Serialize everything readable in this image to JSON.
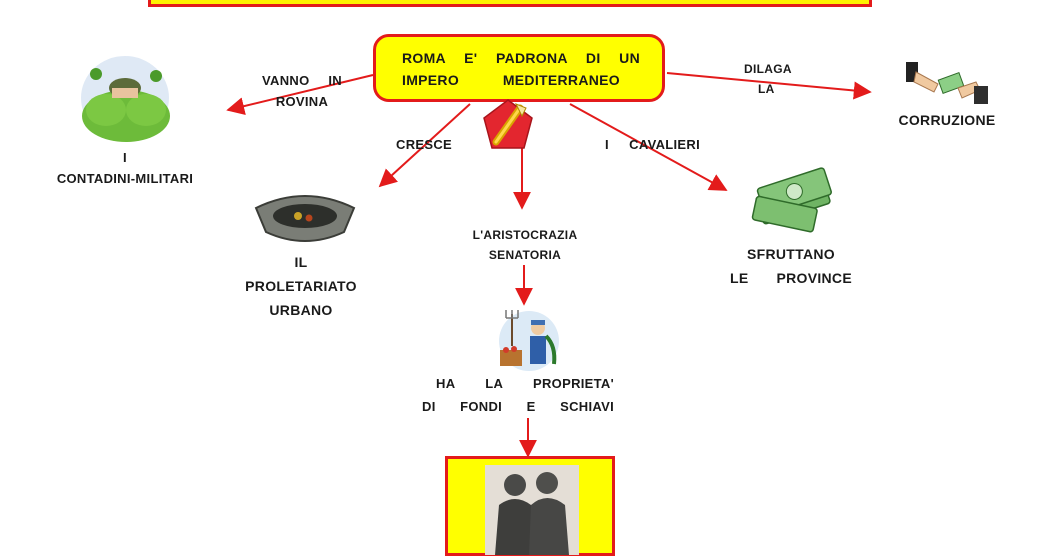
{
  "root": {
    "line1": "ROMA E' PADRONA DI UN",
    "line2": "IMPERO MEDITERRANEO"
  },
  "branches": {
    "vanno": {
      "line1": "VANNO IN",
      "line2": "ROVINA"
    },
    "contadini": {
      "line1": "I",
      "line2": "CONTADINI-MILITARI"
    },
    "cresce": "CRESCE",
    "proletariato": {
      "line1": "IL",
      "line2": "PROLETARIATO",
      "line3": "URBANO"
    },
    "aristocrazia": {
      "line1": "L'ARISTOCRAZIA",
      "line2": "SENATORIA"
    },
    "proprieta": {
      "line1": "HA LA PROPRIETA'",
      "line2": "DI FONDI E SCHIAVI"
    },
    "cavalieri": "I CAVALIERI",
    "sfruttano": {
      "line1": "SFRUTTANO",
      "line2": "LE PROVINCE"
    },
    "dilaga": {
      "line1": "DILAGA",
      "line2": "LA"
    },
    "corruzione": "CORRUZIONE"
  },
  "icons": [
    "soldier-in-bush-icon",
    "empty-hat-icon",
    "fasces-emblem-icon",
    "money-bundle-icon",
    "bribe-handshake-icon",
    "farmer-with-pitchfork-icon",
    "roman-bust-statue-icon"
  ],
  "colors": {
    "arrow": "#e31b1b",
    "box_fill": "#ffff00",
    "box_border": "#e31b1b"
  }
}
